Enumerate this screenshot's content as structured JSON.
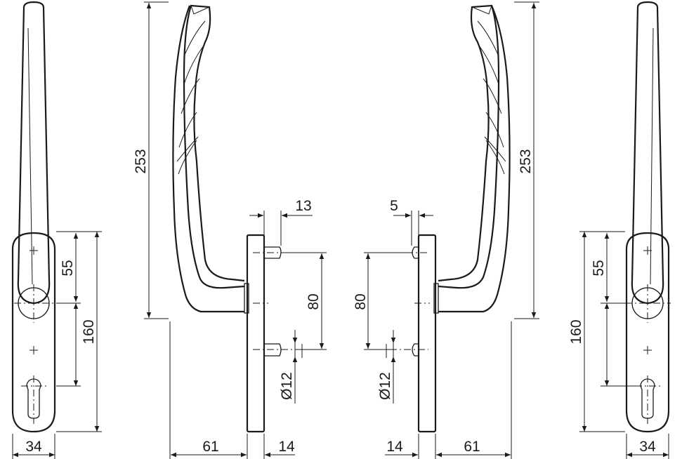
{
  "dimensions": {
    "height_left": "253",
    "height_right": "253",
    "spindle_offset_left": "13",
    "spindle_offset_right": "5",
    "screw_spacing_left": "80",
    "screw_spacing_right": "80",
    "screw_diameter_left": "Ø12",
    "screw_diameter_right": "Ø12",
    "projection_left": "61",
    "projection_right": "61",
    "plate_thickness_left": "14",
    "plate_thickness_right": "14",
    "plate_width_left": "34",
    "plate_width_right": "34",
    "grip_to_cylinder_left": "55",
    "grip_to_cylinder_right": "55",
    "plate_length_left": "160",
    "plate_length_right": "160"
  }
}
